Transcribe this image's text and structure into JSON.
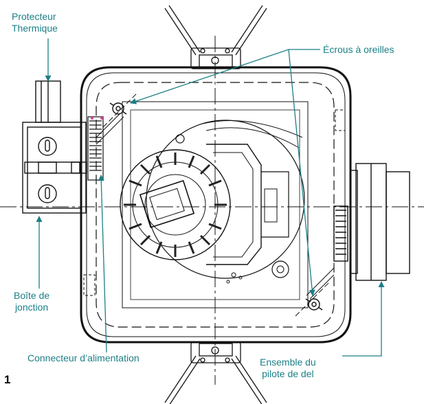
{
  "figure_number": "1",
  "labels": {
    "thermal_protector": [
      "Protecteur",
      "Thermique"
    ],
    "wing_nuts": "Écrous à oreilles",
    "junction_box": [
      "Boîte de",
      "jonction"
    ],
    "power_connector": "Connecteur d’alimentation",
    "led_driver": [
      "Ensemble du",
      "pilote de del"
    ]
  },
  "colors": {
    "callout": "#1a7f86",
    "line": "#111111",
    "accent": "#d9479a"
  }
}
